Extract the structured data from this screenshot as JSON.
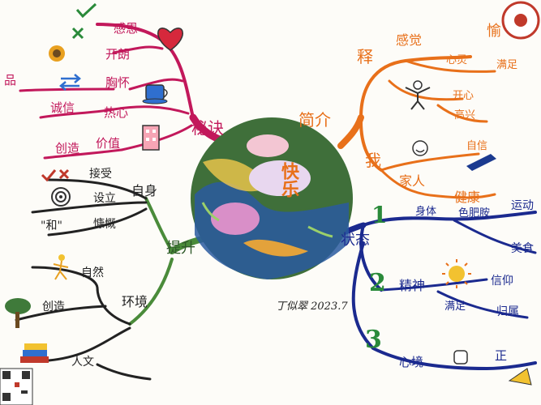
{
  "center": {
    "title": "快乐"
  },
  "signature": "丁似翠 2023.7",
  "branches": {
    "secrets": {
      "label": "秘诀",
      "items": [
        "感恩",
        "开朗",
        "胸怀",
        "热心",
        "价值"
      ],
      "sub_labels": [
        "品",
        "诚信",
        "创造"
      ]
    },
    "intro": {
      "label": "简介",
      "sub_labels": [
        "释",
        "我"
      ],
      "items": [
        "感觉",
        "心灵",
        "愉",
        "满足",
        "开心",
        "高兴",
        "自信",
        "家人",
        "健康"
      ]
    },
    "state": {
      "label": "状态",
      "numbers": [
        "1",
        "2",
        "3"
      ],
      "items": [
        "身体",
        "色肥胺",
        "运动",
        "美食",
        "精神",
        "信仰",
        "满足",
        "归属",
        "心境",
        "正"
      ]
    },
    "improve": {
      "label": "提升",
      "items": [
        "自身",
        "接受",
        "设立",
        "\"和\"",
        "慷慨",
        "环境",
        "自然",
        "创造",
        "人文"
      ]
    }
  },
  "colors": {
    "pink": "#c2185b",
    "orange": "#e8701a",
    "blue": "#1b2a8f",
    "dark": "#222222",
    "green": "#4a8b3a"
  }
}
